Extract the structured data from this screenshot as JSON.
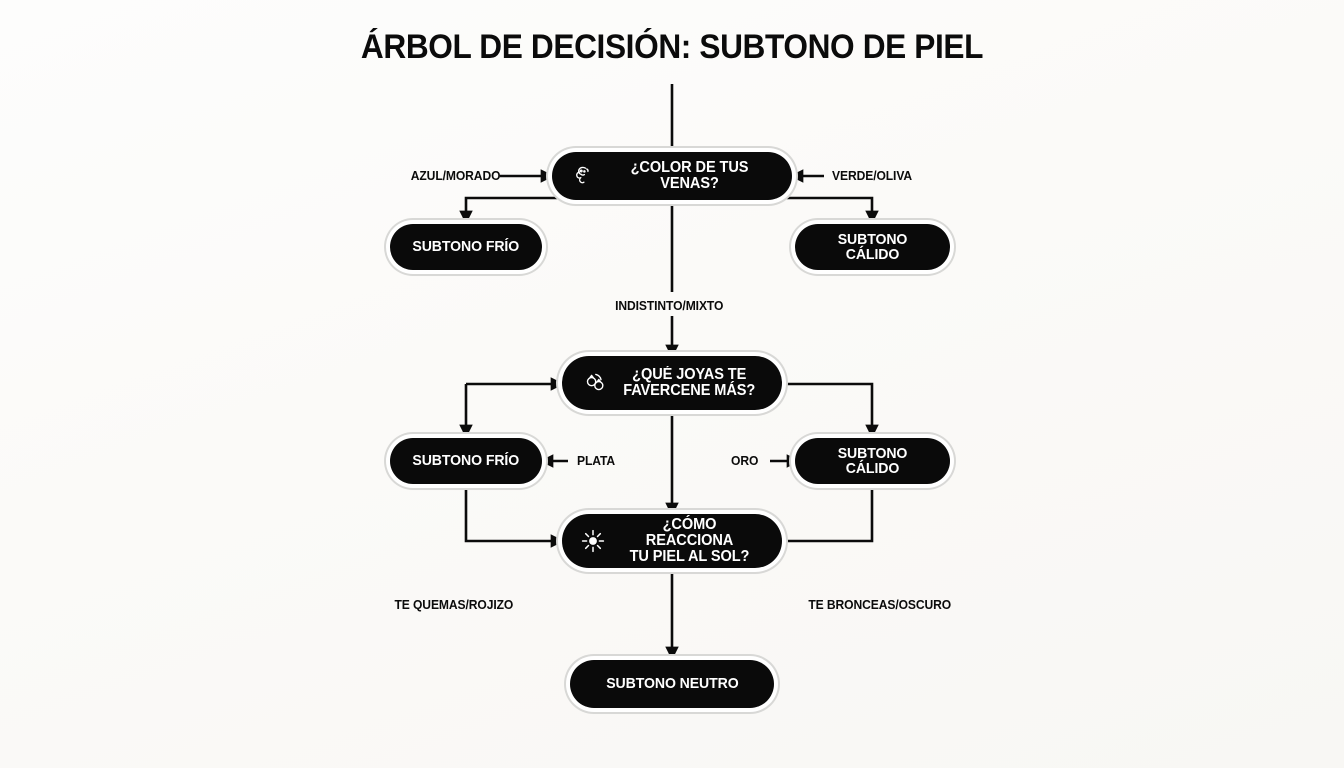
{
  "title": "ÁRBOL DE DECISIÓN: SUBTONO DE PIEL",
  "colors": {
    "background": "#fbfaf8",
    "node_fill": "#0a0a0a",
    "node_text": "#ffffff",
    "node_ring": "#d8d8d6",
    "line": "#0b0b0b",
    "text": "#0b0b0b"
  },
  "chart_data": {
    "type": "diagram",
    "diagram_kind": "decision-tree",
    "title": "ÁRBOL DE DECISIÓN: SUBTONO DE PIEL",
    "nodes": [
      {
        "id": "q1",
        "kind": "decision",
        "label": "¿COLOR DE TUS VENAS?",
        "icon": "veins-icon"
      },
      {
        "id": "r1",
        "kind": "result",
        "label": "SUBTONO FRÍO"
      },
      {
        "id": "r2",
        "kind": "result",
        "label": "SUBTONO CÁLIDO"
      },
      {
        "id": "q2",
        "kind": "decision",
        "label": "¿QUÉ JOYAS TE\nFAVERCENE MÁS?",
        "icon": "jewelry-icon"
      },
      {
        "id": "r3",
        "kind": "result",
        "label": "SUBTONO FRÍO"
      },
      {
        "id": "r4",
        "kind": "result",
        "label": "SUBTONO CÁLIDO"
      },
      {
        "id": "q3",
        "kind": "decision",
        "label": "¿CÓMO REACCIONA\nTU PIEL AL SOL?",
        "icon": "sun-icon"
      },
      {
        "id": "r5",
        "kind": "result",
        "label": "SUBTONO NEUTRO"
      }
    ],
    "edges": [
      {
        "from": "q1",
        "to": "r1",
        "label": "AZUL/MORADO"
      },
      {
        "from": "q1",
        "to": "r2",
        "label": "VERDE/OLIVA"
      },
      {
        "from": "q1",
        "to": "q2",
        "label": "INDISTINTO/MIXTO"
      },
      {
        "from": "q2",
        "to": "r3",
        "label": "PLATA"
      },
      {
        "from": "q2",
        "to": "r4",
        "label": "ORO"
      },
      {
        "from": "q2",
        "to": "q3",
        "label": ""
      },
      {
        "from": "q3",
        "to": "r5",
        "label": ""
      }
    ],
    "floating_labels": [
      "TE QUEMAS/ROJIZO",
      "TE BRONCEAS/OSCURO"
    ]
  },
  "nodes": {
    "q1": {
      "label": "¿COLOR DE TUS VENAS?"
    },
    "r1": {
      "label": "SUBTONO FRÍO"
    },
    "r2": {
      "label": "SUBTONO CÁLIDO"
    },
    "q2": {
      "label": "¿QUÉ JOYAS TE\nFAVERCENE MÁS?"
    },
    "r3": {
      "label": "SUBTONO FRÍO"
    },
    "r4": {
      "label": "SUBTONO CÁLIDO"
    },
    "q3": {
      "label": "¿CÓMO REACCIONA\nTU PIEL AL SOL?"
    },
    "r5": {
      "label": "SUBTONO NEUTRO"
    }
  },
  "edge_labels": {
    "azul_morado": "AZUL/MORADO",
    "verde_oliva": "VERDE/OLIVA",
    "indistinto_mixto": "INDISTINTO/MIXTO",
    "plata": "PLATA",
    "oro": "ORO",
    "te_quemas": "TE QUEMAS/ROJIZO",
    "te_bronceas": "TE BRONCEAS/OSCURO"
  }
}
